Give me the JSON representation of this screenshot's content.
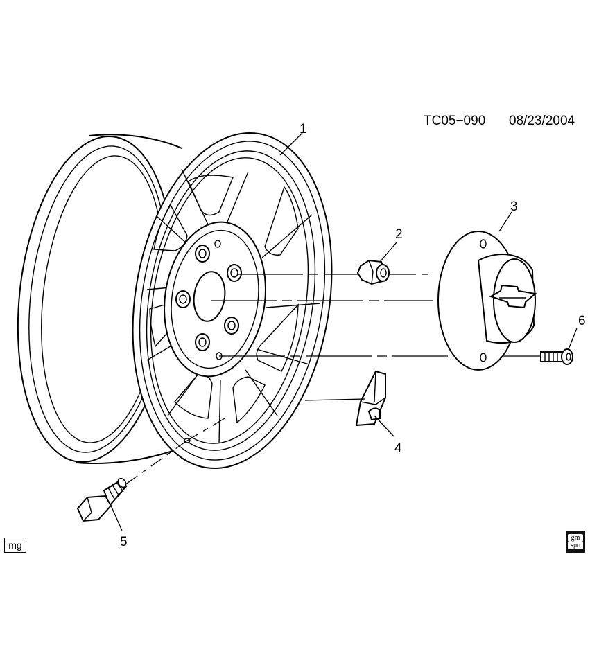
{
  "header": {
    "illustration_code": "TC05−090",
    "date": "08/23/2004"
  },
  "callouts": [
    {
      "number": "1",
      "part": "wheel"
    },
    {
      "number": "2",
      "part": "wheel-nut"
    },
    {
      "number": "3",
      "part": "hub-cap"
    },
    {
      "number": "4",
      "part": "balance-weight"
    },
    {
      "number": "5",
      "part": "valve-stem"
    },
    {
      "number": "6",
      "part": "hub-cap-bolt"
    }
  ],
  "footer": {
    "left_badge": "mg",
    "right_logo_top": "gm",
    "right_logo_bottom": "spo"
  }
}
